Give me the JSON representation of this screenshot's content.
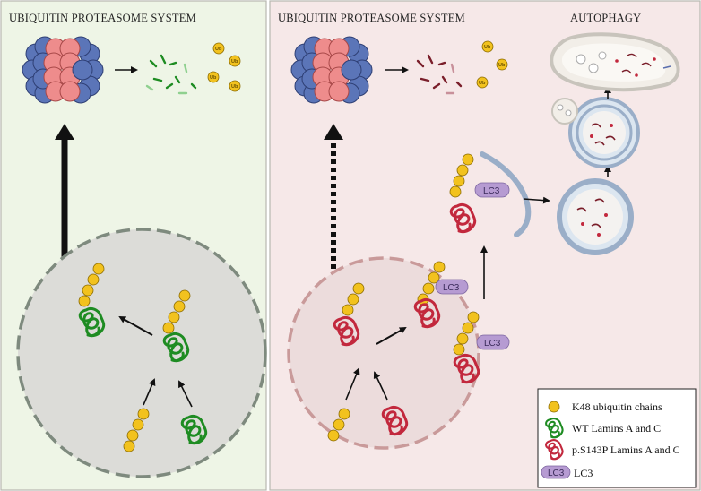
{
  "left_panel": {
    "title": "UBIQUITIN PROTEASOME SYSTEM"
  },
  "right_panel": {
    "title_ups": "UBIQUITIN PROTEASOME SYSTEM",
    "title_autophagy": "AUTOPHAGY"
  },
  "ub_label": "Ub",
  "lc3_label": "LC3",
  "legend": {
    "items": [
      {
        "label": "K48 ubiquitin chains",
        "swatch": "ub"
      },
      {
        "label": "WT Lamins A and C",
        "swatch": "wt-lamin"
      },
      {
        "label": "p.S143P Lamins A and C",
        "swatch": "mut-lamin"
      },
      {
        "label": "LC3",
        "swatch": "lc3"
      }
    ]
  },
  "colors": {
    "left_bg": "#eef5e6",
    "right_bg": "#f6e8e8",
    "wt_lamin": "#1e8c22",
    "mut_lamin": "#c2283d",
    "ub_fill": "#f2c21e",
    "lc3_fill": "#b69bd2",
    "proteasome_blue": "#5b75b8",
    "proteasome_pink": "#ee8c8c",
    "nucleus": "#dcdcd8"
  },
  "icons": [
    "proteasome-icon",
    "ubiquitin-icon",
    "lamin-icon",
    "autophagosome-icon",
    "lysosome-icon",
    "phagophore-icon",
    "nucleus-icon"
  ]
}
